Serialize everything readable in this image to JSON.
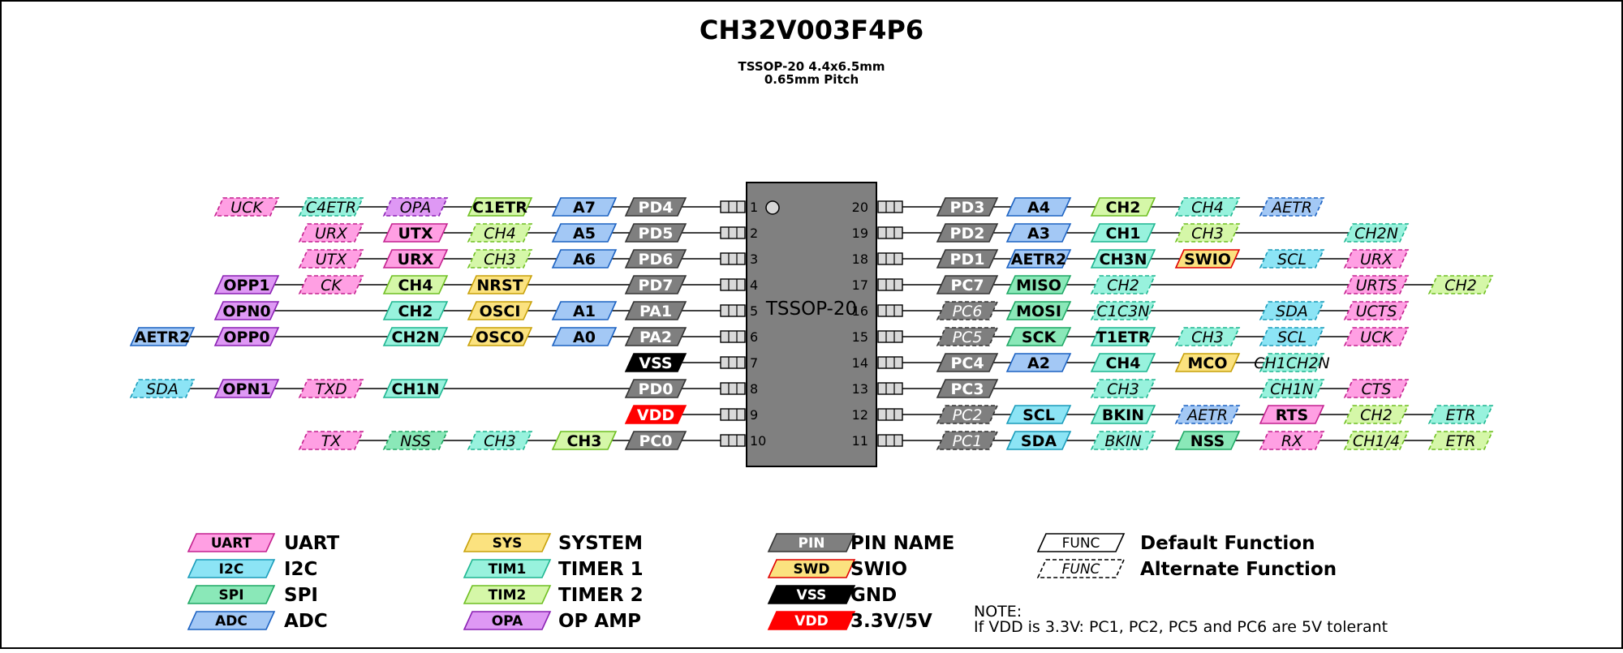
{
  "title": "CH32V003F4P6",
  "subtitle_lines": [
    "TSSOP-20 4.4x6.5mm",
    "0.65mm Pitch"
  ],
  "package_label": "TSSOP-20",
  "colors": {
    "UART": "#ff9fe3",
    "UART_b": "#c4218f",
    "I2C": "#8ce4f5",
    "I2C_b": "#1a9cba",
    "SPI": "#8ae8b8",
    "SPI_b": "#1fa865",
    "ADC": "#a3c8f5",
    "ADC_b": "#1c62c2",
    "SYS": "#fbe27f",
    "SYS_b": "#c8a10a",
    "TIM1": "#98f2dd",
    "TIM1_b": "#1fb691",
    "TIM2": "#d5f7a8",
    "TIM2_b": "#6fbf22",
    "OPA": "#de98f4",
    "OPA_b": "#8a21b3",
    "PIN": "#7f7f7f",
    "PIN_b": "#333333",
    "SWD": "#fbe27f",
    "SWD_b": "#e00000",
    "VSS": "#000000",
    "VSS_b": "#000000",
    "VDD": "#ff0000",
    "VDD_b": "#ff0000",
    "FUNC": "#ffffff",
    "FUNC_b": "#000000"
  },
  "left_pins": [
    {
      "num": "1",
      "labels": [
        {
          "t": "PD4",
          "c": "PIN",
          "s": 0
        },
        {
          "t": "A7",
          "c": "ADC",
          "s": 0
        },
        {
          "t": "C1ETR",
          "c": "TIM2",
          "s": 0
        },
        {
          "t": "OPA",
          "c": "OPA",
          "s": 1
        },
        {
          "t": "C4ETR",
          "c": "TIM1",
          "s": 1
        },
        {
          "t": "UCK",
          "c": "UART",
          "s": 1
        }
      ]
    },
    {
      "num": "2",
      "labels": [
        {
          "t": "PD5",
          "c": "PIN",
          "s": 0
        },
        {
          "t": "A5",
          "c": "ADC",
          "s": 0
        },
        {
          "t": "CH4",
          "c": "TIM2",
          "s": 1
        },
        {
          "t": "UTX",
          "c": "UART",
          "s": 0
        },
        {
          "t": "URX",
          "c": "UART",
          "s": 1
        }
      ]
    },
    {
      "num": "3",
      "labels": [
        {
          "t": "PD6",
          "c": "PIN",
          "s": 0
        },
        {
          "t": "A6",
          "c": "ADC",
          "s": 0
        },
        {
          "t": "CH3",
          "c": "TIM2",
          "s": 1
        },
        {
          "t": "URX",
          "c": "UART",
          "s": 0
        },
        {
          "t": "UTX",
          "c": "UART",
          "s": 1
        }
      ]
    },
    {
      "num": "4",
      "labels": [
        {
          "t": "PD7",
          "c": "PIN",
          "s": 0
        },
        null,
        {
          "t": "NRST",
          "c": "SYS",
          "s": 0
        },
        {
          "t": "CH4",
          "c": "TIM2",
          "s": 0
        },
        {
          "t": "CK",
          "c": "UART",
          "s": 1
        },
        {
          "t": "OPP1",
          "c": "OPA",
          "s": 0
        }
      ]
    },
    {
      "num": "5",
      "labels": [
        {
          "t": "PA1",
          "c": "PIN",
          "s": 0
        },
        {
          "t": "A1",
          "c": "ADC",
          "s": 0
        },
        {
          "t": "OSCI",
          "c": "SYS",
          "s": 0
        },
        {
          "t": "CH2",
          "c": "TIM1",
          "s": 0
        },
        null,
        {
          "t": "OPN0",
          "c": "OPA",
          "s": 0
        }
      ]
    },
    {
      "num": "6",
      "labels": [
        {
          "t": "PA2",
          "c": "PIN",
          "s": 0
        },
        {
          "t": "A0",
          "c": "ADC",
          "s": 0
        },
        {
          "t": "OSCO",
          "c": "SYS",
          "s": 0
        },
        {
          "t": "CH2N",
          "c": "TIM1",
          "s": 0
        },
        null,
        {
          "t": "OPP0",
          "c": "OPA",
          "s": 0
        },
        {
          "t": "AETR2",
          "c": "ADC",
          "s": 0
        }
      ]
    },
    {
      "num": "7",
      "labels": [
        {
          "t": "VSS",
          "c": "VSS",
          "s": 0
        }
      ]
    },
    {
      "num": "8",
      "labels": [
        {
          "t": "PD0",
          "c": "PIN",
          "s": 0
        },
        null,
        null,
        {
          "t": "CH1N",
          "c": "TIM1",
          "s": 0
        },
        {
          "t": "TXD",
          "c": "UART",
          "s": 1
        },
        {
          "t": "OPN1",
          "c": "OPA",
          "s": 0
        },
        {
          "t": "SDA",
          "c": "I2C",
          "s": 1
        }
      ]
    },
    {
      "num": "9",
      "labels": [
        {
          "t": "VDD",
          "c": "VDD",
          "s": 0
        }
      ]
    },
    {
      "num": "10",
      "labels": [
        {
          "t": "PC0",
          "c": "PIN",
          "s": 0
        },
        {
          "t": "CH3",
          "c": "TIM2",
          "s": 0
        },
        {
          "t": "CH3",
          "c": "TIM1",
          "s": 1
        },
        {
          "t": "NSS",
          "c": "SPI",
          "s": 1
        },
        {
          "t": "TX",
          "c": "UART",
          "s": 1
        }
      ]
    }
  ],
  "right_pins": [
    {
      "num": "20",
      "labels": [
        {
          "t": "PD3",
          "c": "PIN",
          "s": 0
        },
        {
          "t": "A4",
          "c": "ADC",
          "s": 0
        },
        {
          "t": "CH2",
          "c": "TIM2",
          "s": 0
        },
        {
          "t": "CH4",
          "c": "TIM1",
          "s": 1
        },
        {
          "t": "AETR",
          "c": "ADC",
          "s": 1
        }
      ]
    },
    {
      "num": "19",
      "labels": [
        {
          "t": "PD2",
          "c": "PIN",
          "s": 0
        },
        {
          "t": "A3",
          "c": "ADC",
          "s": 0
        },
        {
          "t": "CH1",
          "c": "TIM1",
          "s": 0
        },
        {
          "t": "CH3",
          "c": "TIM2",
          "s": 1
        },
        null,
        {
          "t": "CH2N",
          "c": "TIM1",
          "s": 1
        }
      ]
    },
    {
      "num": "18",
      "labels": [
        {
          "t": "PD1",
          "c": "PIN",
          "s": 0
        },
        {
          "t": "AETR2",
          "c": "ADC",
          "s": 0
        },
        {
          "t": "CH3N",
          "c": "TIM1",
          "s": 0
        },
        {
          "t": "SWIO",
          "c": "SWD",
          "s": 0
        },
        {
          "t": "SCL",
          "c": "I2C",
          "s": 1
        },
        {
          "t": "URX",
          "c": "UART",
          "s": 1
        }
      ]
    },
    {
      "num": "17",
      "labels": [
        {
          "t": "PC7",
          "c": "PIN",
          "s": 0
        },
        {
          "t": "MISO",
          "c": "SPI",
          "s": 0
        },
        {
          "t": "CH2",
          "c": "TIM1",
          "s": 1
        },
        null,
        null,
        {
          "t": "URTS",
          "c": "UART",
          "s": 1
        },
        {
          "t": "CH2",
          "c": "TIM2",
          "s": 1
        }
      ]
    },
    {
      "num": "16",
      "labels": [
        {
          "t": "PC6",
          "c": "PIN",
          "s": 1
        },
        {
          "t": "MOSI",
          "c": "SPI",
          "s": 0
        },
        {
          "t": "C1C3N",
          "c": "TIM1",
          "s": 1
        },
        null,
        {
          "t": "SDA",
          "c": "I2C",
          "s": 1
        },
        {
          "t": "UCTS",
          "c": "UART",
          "s": 1
        }
      ]
    },
    {
      "num": "15",
      "labels": [
        {
          "t": "PC5",
          "c": "PIN",
          "s": 1
        },
        {
          "t": "SCK",
          "c": "SPI",
          "s": 0
        },
        {
          "t": "T1ETR",
          "c": "TIM1",
          "s": 0
        },
        {
          "t": "CH3",
          "c": "TIM1",
          "s": 1
        },
        {
          "t": "SCL",
          "c": "I2C",
          "s": 1
        },
        {
          "t": "UCK",
          "c": "UART",
          "s": 1
        }
      ]
    },
    {
      "num": "14",
      "labels": [
        {
          "t": "PC4",
          "c": "PIN",
          "s": 0
        },
        {
          "t": "A2",
          "c": "ADC",
          "s": 0
        },
        {
          "t": "CH4",
          "c": "TIM1",
          "s": 0
        },
        {
          "t": "MCO",
          "c": "SYS",
          "s": 0
        },
        {
          "t": "CH1CH2N",
          "c": "TIM1",
          "s": 1
        }
      ]
    },
    {
      "num": "13",
      "labels": [
        {
          "t": "PC3",
          "c": "PIN",
          "s": 0
        },
        null,
        {
          "t": "CH3",
          "c": "TIM1",
          "s": 1
        },
        null,
        {
          "t": "CH1N",
          "c": "TIM1",
          "s": 1
        },
        {
          "t": "CTS",
          "c": "UART",
          "s": 1
        }
      ]
    },
    {
      "num": "12",
      "labels": [
        {
          "t": "PC2",
          "c": "PIN",
          "s": 1
        },
        {
          "t": "SCL",
          "c": "I2C",
          "s": 0
        },
        {
          "t": "BKIN",
          "c": "TIM1",
          "s": 0
        },
        {
          "t": "AETR",
          "c": "ADC",
          "s": 1
        },
        {
          "t": "RTS",
          "c": "UART",
          "s": 0
        },
        {
          "t": "CH2",
          "c": "TIM2",
          "s": 1
        },
        {
          "t": "ETR",
          "c": "TIM1",
          "s": 1
        }
      ]
    },
    {
      "num": "11",
      "labels": [
        {
          "t": "PC1",
          "c": "PIN",
          "s": 1
        },
        {
          "t": "SDA",
          "c": "I2C",
          "s": 0
        },
        {
          "t": "BKIN",
          "c": "TIM1",
          "s": 1
        },
        {
          "t": "NSS",
          "c": "SPI",
          "s": 0
        },
        {
          "t": "RX",
          "c": "UART",
          "s": 1
        },
        {
          "t": "CH1/4",
          "c": "TIM2",
          "s": 1
        },
        {
          "t": "ETR",
          "c": "TIM2",
          "s": 1
        }
      ]
    }
  ],
  "legend": [
    {
      "col": 0,
      "row": 0,
      "key": "UART",
      "c": "UART",
      "desc": "UART"
    },
    {
      "col": 0,
      "row": 1,
      "key": "I2C",
      "c": "I2C",
      "desc": "I2C"
    },
    {
      "col": 0,
      "row": 2,
      "key": "SPI",
      "c": "SPI",
      "desc": "SPI"
    },
    {
      "col": 0,
      "row": 3,
      "key": "ADC",
      "c": "ADC",
      "desc": "ADC"
    },
    {
      "col": 1,
      "row": 0,
      "key": "SYS",
      "c": "SYS",
      "desc": "SYSTEM"
    },
    {
      "col": 1,
      "row": 1,
      "key": "TIM1",
      "c": "TIM1",
      "desc": "TIMER 1"
    },
    {
      "col": 1,
      "row": 2,
      "key": "TIM2",
      "c": "TIM2",
      "desc": "TIMER 2"
    },
    {
      "col": 1,
      "row": 3,
      "key": "OPA",
      "c": "OPA",
      "desc": "OP AMP"
    },
    {
      "col": 2,
      "row": 0,
      "key": "PIN",
      "c": "PIN",
      "desc": "PIN NAME"
    },
    {
      "col": 2,
      "row": 1,
      "key": "SWD",
      "c": "SWD",
      "desc": "SWIO"
    },
    {
      "col": 2,
      "row": 2,
      "key": "VSS",
      "c": "VSS",
      "desc": "GND"
    },
    {
      "col": 2,
      "row": 3,
      "key": "VDD",
      "c": "VDD",
      "desc": "3.3V/5V"
    },
    {
      "col": 3,
      "row": 0,
      "key": "FUNC",
      "c": "FUNC",
      "desc": "Default Function",
      "s": 0
    },
    {
      "col": 3,
      "row": 1,
      "key": "FUNC",
      "c": "FUNC",
      "desc": "Alternate Function",
      "s": 1
    }
  ],
  "note": {
    "heading": "NOTE:",
    "text": "If VDD is 3.3V: PC1, PC2, PC5 and PC6 are 5V tolerant"
  }
}
